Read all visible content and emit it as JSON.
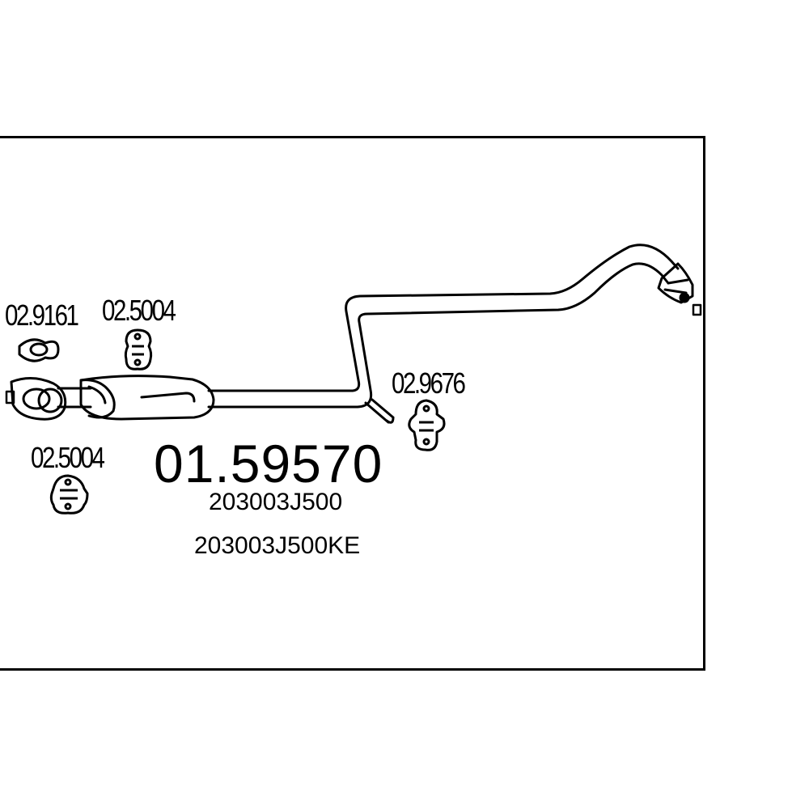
{
  "diagram": {
    "main_part_number": "01.59570",
    "oem_numbers": [
      "203003J500",
      "203003J500KE"
    ],
    "accessories": [
      {
        "code": "02.9161",
        "icon": "flange-gasket-icon"
      },
      {
        "code": "02.5004",
        "icon": "rubber-mount-icon"
      },
      {
        "code": "02.5004",
        "icon": "rubber-mount-icon"
      },
      {
        "code": "02.9676",
        "icon": "rubber-hanger-icon"
      }
    ]
  }
}
